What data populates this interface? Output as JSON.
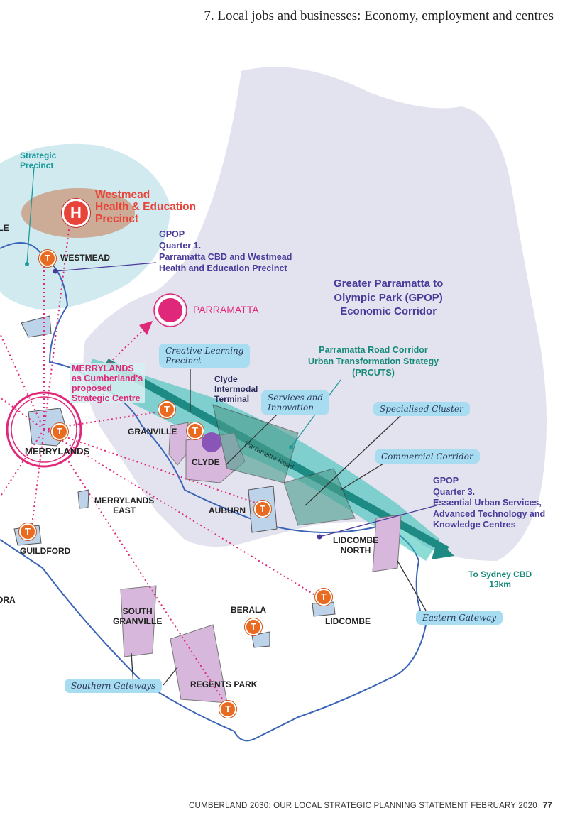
{
  "header": {
    "title": "7. Local jobs and businesses: Economy, employment and centres"
  },
  "footer": {
    "text": "CUMBERLAND 2030: OUR LOCAL STRATEGIC PLANNING STATEMENT FEBRUARY 2020",
    "page": "77"
  },
  "colors": {
    "gpop_region": "#e3e3ef",
    "westmead_bubble": "#cce8ee",
    "corridor": "#2fbfb5",
    "train": "#e96b22",
    "boundary": "#3a64b8",
    "centre": "#e0287a"
  },
  "map": {
    "strategic_precinct": "Strategic\nPrecinct",
    "westmead_title": "Westmead\nHealth & Education\nPrecinct",
    "westmead_icon": "H",
    "partial_le": "LLE",
    "westmead": "WESTMEAD",
    "gpop_q1": "GPOP\nQuarter 1.\nParramatta CBD and Westmead\nHealth and Education Precinct",
    "gpop_corridor": "Greater Parramatta to\nOlympic Park (GPOP)\nEconomic Corridor",
    "parramatta": "PARRAMATTA",
    "creative_learning": "Creative Learning\nPrecinct",
    "clyde_terminal": "Clyde\nIntermodal\nTerminal",
    "merrylands_centre": "MERRYLANDS\nas Cumberland's\nproposed\nStrategic Centre",
    "prcuts": "Parramatta Road Corridor\nUrban Transformation Strategy\n(PRCUTS)",
    "services_innovation": "Services and\nInnovation",
    "specialised_cluster": "Specialised Cluster",
    "commercial_corridor": "Commercial Corridor",
    "parramatta_road": "Parramatta Road",
    "granville": "GRANVILLE",
    "merrylands": "MERRYLANDS",
    "clyde": "CLYDE",
    "merrylands_east": "MERRYLANDS\nEAST",
    "auburn": "AUBURN",
    "gpop_q3": "GPOP\nQuarter 3.\nEssential Urban Services,\nAdvanced Technology and\nKnowledge Centres",
    "lidcombe_north": "LIDCOMBE\nNORTH",
    "guildford": "GUILDFORD",
    "to_sydney": "To Sydney CBD\n13km",
    "partial_ora": "ORA",
    "south_granville": "SOUTH\nGRANVILLE",
    "berala": "BERALA",
    "lidcombe": "LIDCOMBE",
    "eastern_gateway": "Eastern Gateway",
    "southern_gateways": "Southern Gateways",
    "regents_park": "REGENTS PARK",
    "train_icon": "T"
  }
}
